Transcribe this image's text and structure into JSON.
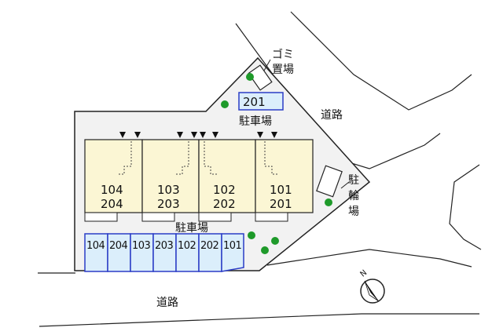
{
  "map": {
    "roads": {
      "north_east": "道路",
      "south": "道路"
    },
    "garbage_area": [
      "ゴミ",
      "置場"
    ],
    "bicycle_parking": [
      "駐",
      "輪",
      "場"
    ],
    "parking_top": {
      "label": "駐車場",
      "stall": "201"
    },
    "parking_bottom": {
      "label": "駐車場",
      "stalls": [
        "104",
        "204",
        "103",
        "203",
        "102",
        "202",
        "101"
      ]
    },
    "units": [
      {
        "lower": "104",
        "upper": "204"
      },
      {
        "lower": "103",
        "upper": "203"
      },
      {
        "lower": "102",
        "upper": "202"
      },
      {
        "lower": "101",
        "upper": "201"
      }
    ],
    "compass": "N",
    "colors": {
      "site": "#f2f2f2",
      "building": "#fbf6d4",
      "parking": "#dbeefb",
      "parking_border": "#2b3cc6",
      "tree": "#1e9a2a",
      "outline": "#222222"
    }
  }
}
